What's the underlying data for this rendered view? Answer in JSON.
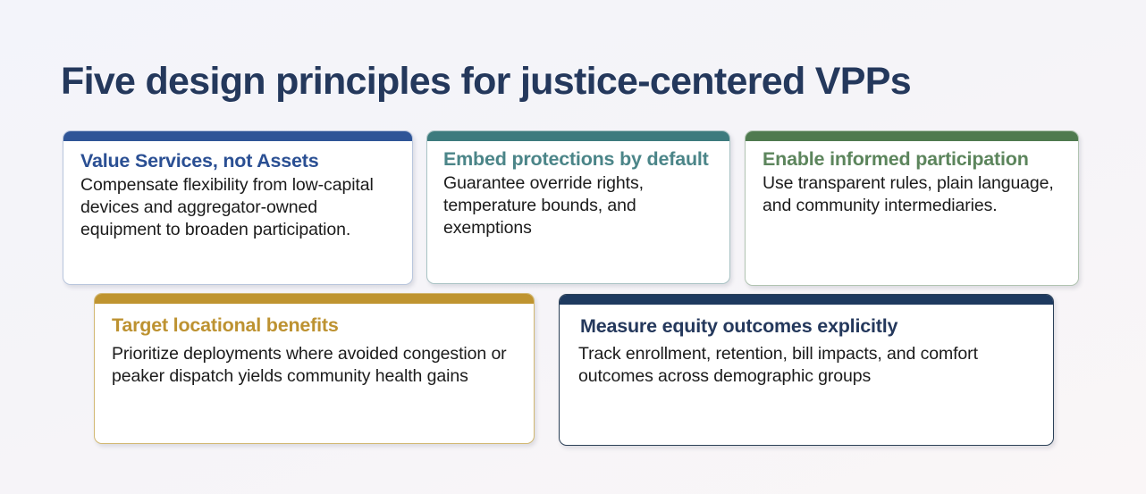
{
  "slide": {
    "title": "Five design principles for justice-centered VPPs",
    "background_color": "#f5f4f8",
    "title_color": "#24385c"
  },
  "cards": [
    {
      "id": "value-services",
      "heading": "Value Services, not Assets",
      "text": "Compensate flexibility from low-capital devices and aggregator-owned equipment to broaden participation.",
      "accent_color": "#2f5597",
      "heading_color": "#2a4f93",
      "border_color": "#b9c6dd"
    },
    {
      "id": "embed-protections",
      "heading": "Embed protections by default",
      "text": "Guarantee override rights, temperature bounds, and exemptions",
      "accent_color": "#3d7b7e",
      "heading_color": "#4b8588",
      "border_color": "#a9c3c4"
    },
    {
      "id": "enable-informed-participation",
      "heading": "Enable informed participation",
      "text": "Use transparent rules, plain language, and community intermediaries.",
      "accent_color": "#4f7a4f",
      "heading_color": "#5c855c",
      "border_color": "#b1c4b1"
    },
    {
      "id": "target-locational-benefits",
      "heading": "Target locational benefits",
      "text": "Prioritize deployments where avoided congestion or peaker dispatch yields community health gains",
      "accent_color": "#bf9430",
      "heading_color": "#bd9231",
      "border_color": "#d2b872"
    },
    {
      "id": "measure-equity-outcomes",
      "heading": "Measure equity outcomes explicitly",
      "text": "Track enrollment, retention, bill impacts, and comfort outcomes across demographic groups",
      "accent_color": "#1e3a5f",
      "heading_color": "#24385c",
      "border_color": "#2c4158"
    }
  ]
}
